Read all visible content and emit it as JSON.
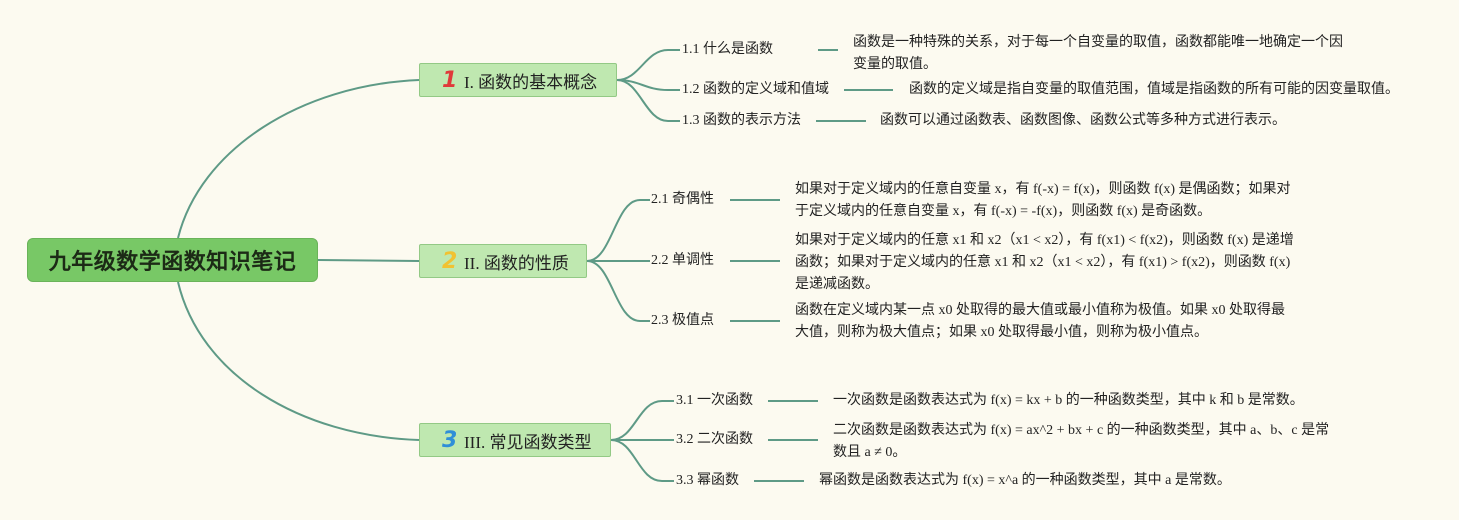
{
  "root": {
    "title": "九年级数学函数知识笔记"
  },
  "branches": [
    {
      "number": "1",
      "label": "I. 函数的基本概念",
      "color": "#e03a3a",
      "items": [
        {
          "label": "1.1 什么是函数",
          "desc": "函数是一种特殊的关系，对于每一个自变量的取值，函数都能唯一地确定一个因变量的取值。"
        },
        {
          "label": "1.2 函数的定义域和值域",
          "desc": "函数的定义域是指自变量的取值范围，值域是指函数的所有可能的因变量取值。"
        },
        {
          "label": "1.3 函数的表示方法",
          "desc": "函数可以通过函数表、函数图像、函数公式等多种方式进行表示。"
        }
      ]
    },
    {
      "number": "2",
      "label": "II. 函数的性质",
      "color": "#f1c232",
      "items": [
        {
          "label": "2.1 奇偶性",
          "desc": "如果对于定义域内的任意自变量 x，有 f(-x) = f(x)，则函数 f(x) 是偶函数；如果对于定义域内的任意自变量 x，有 f(-x) = -f(x)，则函数 f(x) 是奇函数。"
        },
        {
          "label": "2.2 单调性",
          "desc": "如果对于定义域内的任意 x1 和 x2（x1 < x2），有 f(x1) < f(x2)，则函数 f(x) 是递增函数；如果对于定义域内的任意 x1 和 x2（x1 < x2），有 f(x1) > f(x2)，则函数 f(x) 是递减函数。"
        },
        {
          "label": "2.3 极值点",
          "desc": "函数在定义域内某一点 x0 处取得的最大值或最小值称为极值。如果 x0 处取得最大值，则称为极大值点；如果 x0 处取得最小值，则称为极小值点。"
        }
      ]
    },
    {
      "number": "3",
      "label": "III. 常见函数类型",
      "color": "#2f8fd8",
      "items": [
        {
          "label": "3.1 一次函数",
          "desc": "一次函数是函数表达式为 f(x) = kx + b 的一种函数类型，其中 k 和 b 是常数。"
        },
        {
          "label": "3.2 二次函数",
          "desc": "二次函数是函数表达式为 f(x) = ax^2 + bx + c 的一种函数类型，其中 a、b、c 是常数且 a ≠ 0。"
        },
        {
          "label": "3.3 幂函数",
          "desc": "幂函数是函数表达式为 f(x) = x^a 的一种函数类型，其中 a 是常数。"
        }
      ]
    }
  ]
}
